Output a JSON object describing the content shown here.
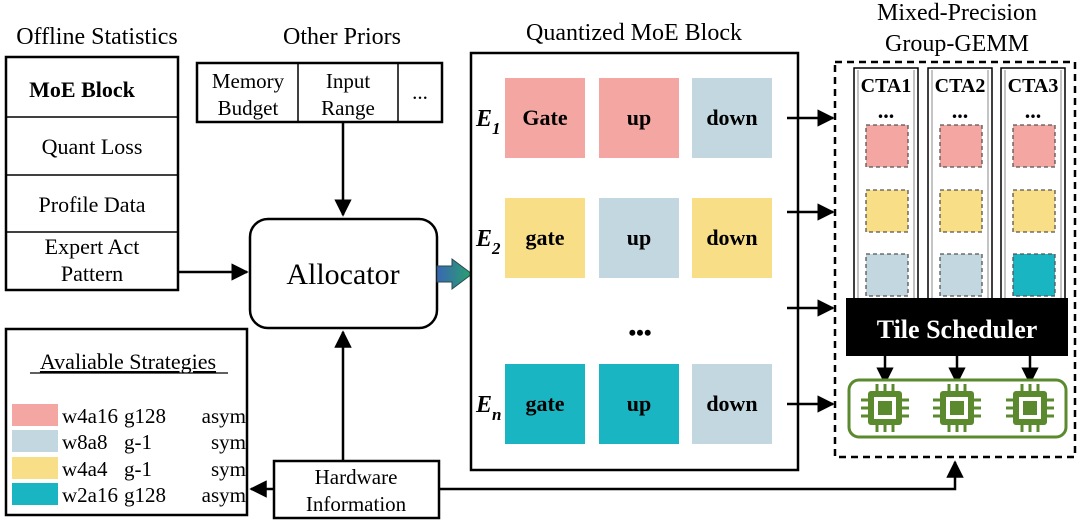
{
  "offline_statistics": {
    "title": "Offline Statistics",
    "items": [
      "MoE Block",
      "Quant Loss",
      "Profile Data",
      "Expert Act",
      "Pattern"
    ]
  },
  "other_priors": {
    "title": "Other Priors",
    "cells": [
      "Memory",
      "Budget",
      "Input",
      "Range",
      "..."
    ]
  },
  "allocator": {
    "label": "Allocator"
  },
  "quantized_block": {
    "title": "Quantized MoE Block",
    "experts": [
      {
        "sym": "E",
        "sub": "1",
        "blocks": [
          {
            "label": "Gate",
            "color": "#f4a7a2"
          },
          {
            "label": "up",
            "color": "#f4a7a2"
          },
          {
            "label": "down",
            "color": "#c2d7df"
          }
        ]
      },
      {
        "sym": "E",
        "sub": "2",
        "blocks": [
          {
            "label": "gate",
            "color": "#f8de86"
          },
          {
            "label": "up",
            "color": "#c2d7df"
          },
          {
            "label": "down",
            "color": "#f8de86"
          }
        ]
      },
      {
        "sym": "E",
        "sub": "n",
        "blocks": [
          {
            "label": "gate",
            "color": "#1ab5c2"
          },
          {
            "label": "up",
            "color": "#1ab5c2"
          },
          {
            "label": "down",
            "color": "#c2d7df"
          }
        ]
      }
    ],
    "ellipsis": "•••"
  },
  "gemm": {
    "title_line1": "Mixed-Precision",
    "title_line2": "Group-GEMM",
    "ctas": [
      {
        "label": "CTA1",
        "tiles": [
          "#f4a7a2",
          "#f8de86",
          "#c2d7df"
        ]
      },
      {
        "label": "CTA2",
        "tiles": [
          "#f4a7a2",
          "#f8de86",
          "#c2d7df"
        ]
      },
      {
        "label": "CTA3",
        "tiles": [
          "#f4a7a2",
          "#f8de86",
          "#1ab5c2"
        ]
      }
    ],
    "dots": "...",
    "scheduler": "Tile Scheduler"
  },
  "strategies": {
    "title": "Avaliable Strategies",
    "items": [
      {
        "color": "#f4a7a2",
        "a": "w4a16",
        "b": "g128",
        "c": "asym"
      },
      {
        "color": "#c2d7df",
        "a": "w8a8",
        "b": "g-1",
        "c": "sym"
      },
      {
        "color": "#f8de86",
        "a": "w4a4",
        "b": "g-1",
        "c": "sym"
      },
      {
        "color": "#1ab5c2",
        "a": "w2a16",
        "b": "g128",
        "c": "asym"
      }
    ]
  },
  "hardware": {
    "line1": "Hardware",
    "line2": "Information"
  },
  "colors": {
    "chip": "#5b8a2e",
    "chip_fill": "#ffffff",
    "arrow_grad_start": "#3b66b3",
    "arrow_grad_end": "#27a36a"
  }
}
